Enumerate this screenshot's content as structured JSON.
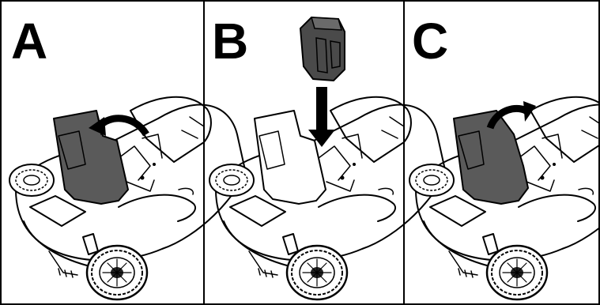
{
  "panels": [
    {
      "label": "A",
      "step": "open-flap"
    },
    {
      "label": "B",
      "step": "insert-battery"
    },
    {
      "label": "C",
      "step": "close-flap"
    }
  ],
  "colors": {
    "flap": "#5a5a5a",
    "battery": "#4a4a4a",
    "outline": "#000000"
  }
}
